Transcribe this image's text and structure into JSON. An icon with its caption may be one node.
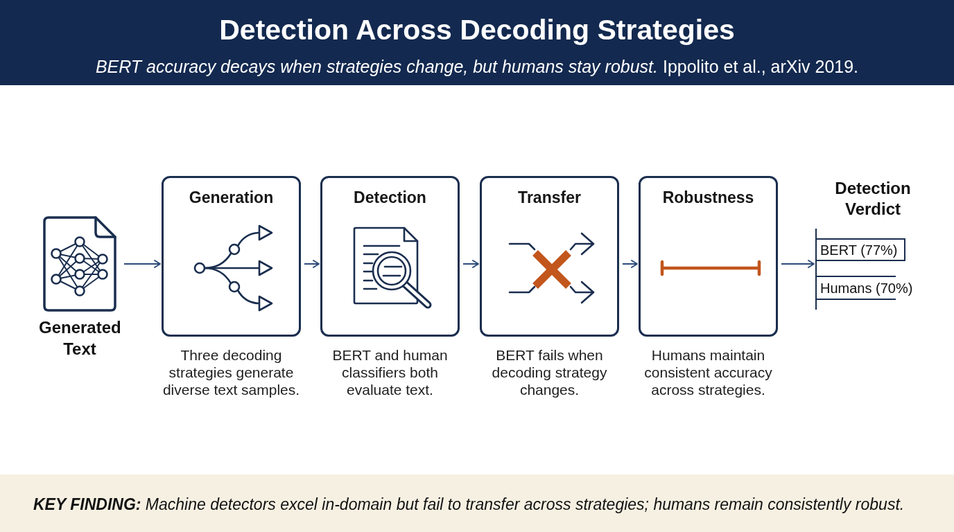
{
  "diagram": {
    "title": "Detection Across Decoding Strategies",
    "caption": "**KEY FINDING:** Machine detectors excel in-domain but fail to transfer across strategies; humans remain consistently robust.",
    "nodes": [
      {
        "text": [
          "Generated Text"
        ]
      },
      {
        "text": [
          "Generation"
        ],
        "beside": [
          "Three decoding strategies generate diverse text samples."
        ]
      },
      {
        "text": [
          "Detection"
        ],
        "beside": [
          "BERT and human classifiers both evaluate text."
        ]
      },
      {
        "text": [
          "Transfer"
        ],
        "beside": [
          "BERT fails when decoding strategy changes."
        ]
      },
      {
        "text": [
          "Robustness"
        ],
        "beside": [
          "Humans maintain consistent accuracy across strategies."
        ]
      },
      {
        "text": [
          "Detection Verdict"
        ]
      },
      {
        "text": [
          "BERT (77%)"
        ],
        "in": 5
      },
      {
        "text": [
          "Humans (70%)"
        ],
        "in": 5
      }
    ],
    "edges": [
      {
        "from": 0,
        "to": 1,
        "arrow": "to"
      },
      {
        "from": 1,
        "to": 2,
        "arrow": "to"
      },
      {
        "from": 2,
        "to": 3,
        "arrow": "to"
      },
      {
        "from": 3,
        "to": 4,
        "arrow": "to"
      },
      {
        "from": 4,
        "to": 5,
        "arrow": "to"
      }
    ],
    "labels": [
      "*BERT accuracy decays when strategies change, but humans stay robust.* Ippolito et al., arXiv 2019."
    ]
  }
}
